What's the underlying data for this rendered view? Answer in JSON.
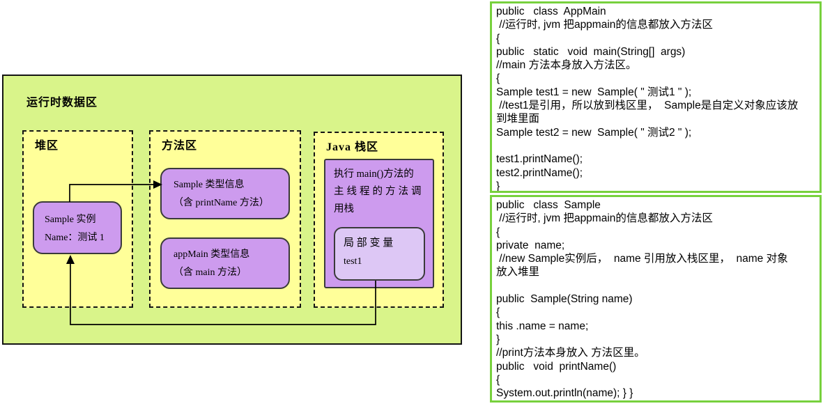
{
  "diagram": {
    "title": "运行时数据区",
    "heap": {
      "label": "堆区",
      "instance_box": {
        "line1": "Sample 实例",
        "line2": "Name：测试 1"
      }
    },
    "method_area": {
      "label": "方法区",
      "sample_type_box": {
        "line1": "Sample 类型信息",
        "line2": "（含 printName 方法）"
      },
      "appmain_type_box": {
        "line1": "appMain 类型信息",
        "line2": "（含 main 方法）"
      }
    },
    "java_stack": {
      "label": "Java 栈区",
      "stack_frame_box": {
        "lines": [
          "执行 main()方法的",
          "主线程的方法调",
          "用栈"
        ]
      },
      "local_var_box": {
        "title": "局 部 变 量",
        "value": "test1"
      }
    },
    "colors": {
      "outer_background": "#d9f48a",
      "region_background": "#ffff99",
      "box_purple": "#cd9bee",
      "box_purple_light": "#ddc7f5",
      "line_color": "#000000"
    }
  },
  "code_panels": {
    "border_color": "#77d13d",
    "appmain": {
      "lines": [
        "public   class  AppMain",
        " //运行时, jvm 把appmain的信息都放入方法区",
        "{",
        "public   static   void  main(String[]  args)",
        "//main 方法本身放入方法区。",
        "{",
        "Sample test1 = new  Sample( \" 测试1 \" );",
        " //test1是引用，所以放到栈区里，  Sample是自定义对象应该放",
        "到堆里面",
        "Sample test2 = new  Sample( \" 测试2 \" );",
        "",
        "test1.printName();",
        "test2.printName();",
        "}"
      ]
    },
    "sample": {
      "lines": [
        "public   class  Sample",
        " //运行时, jvm 把appmain的信息都放入方法区",
        "{",
        "private  name;",
        " //new Sample实例后，  name 引用放入栈区里，  name 对象",
        "放入堆里",
        "",
        "public  Sample(String name)",
        "{",
        "this .name = name;",
        "}",
        "//print方法本身放入 方法区里。",
        "public   void  printName()",
        "{",
        "System.out.println(name); } }"
      ]
    }
  }
}
